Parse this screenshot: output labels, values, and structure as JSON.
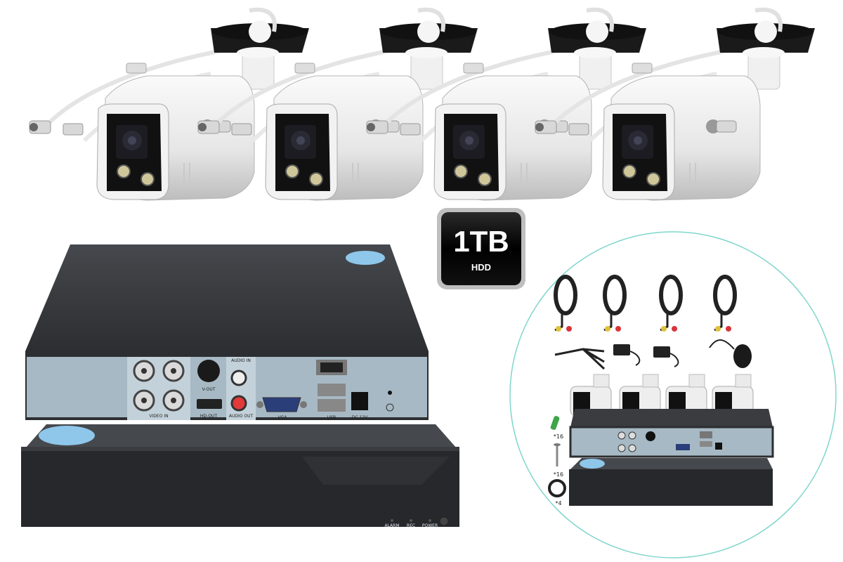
{
  "badge": {
    "capacity": "1TB",
    "type": "HDD"
  },
  "cameras": {
    "count": 4
  },
  "dvr_rear": {
    "ports": {
      "video_in": "VIDEO IN",
      "v_out": "V-OUT",
      "hd_out": "HD-OUT",
      "audio_in": "AUDIO IN",
      "audio_out": "AUDIO OUT",
      "vga": "VGA",
      "usb": "USB",
      "dc": "DC 12V"
    }
  },
  "dvr_front": {
    "leds": {
      "alarm": "ALARM",
      "rec": "REC",
      "power": "POWER"
    }
  },
  "kit": {
    "qty_screws": "*16",
    "qty_anchors": "*16",
    "qty_hdd_screws": "*4"
  },
  "colors": {
    "dvr_body": "#2b2d30",
    "dvr_panel": "#a3b6c2",
    "camera_body": "#ececec",
    "circle_outline": "#7fd6cc",
    "badge_bg": "#000000"
  }
}
